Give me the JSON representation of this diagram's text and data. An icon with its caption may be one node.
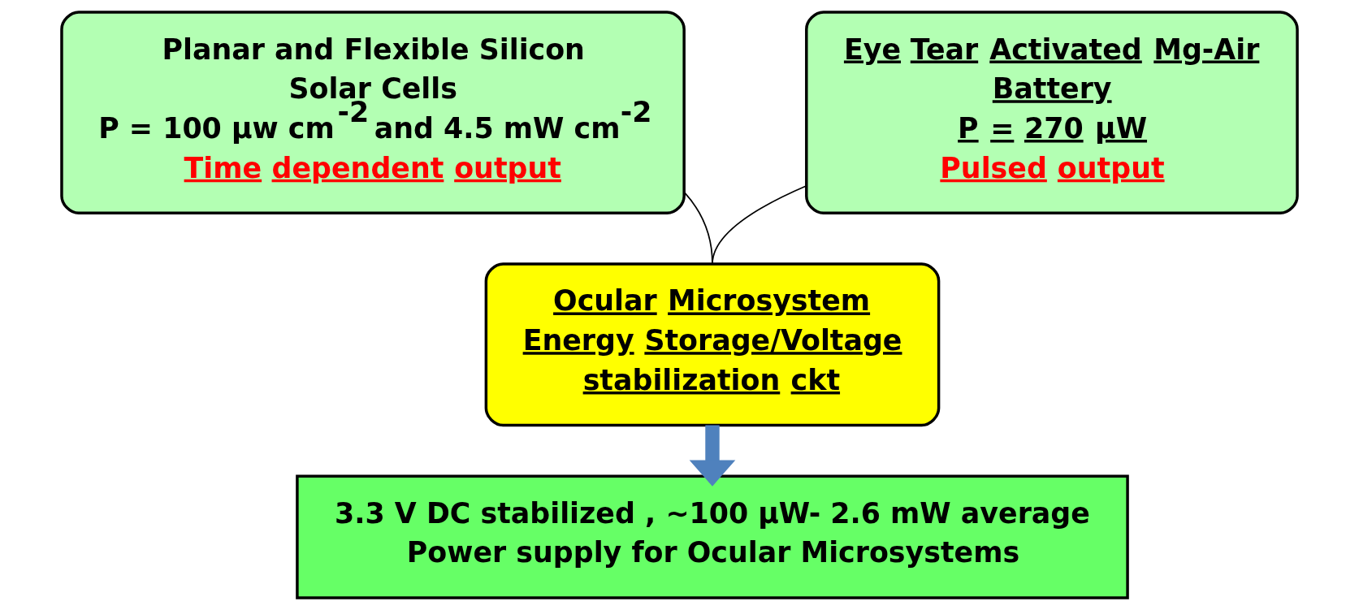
{
  "diagram": {
    "nodes": [
      {
        "text": [
          "Planar and Flexible Silicon Solar Cells",
          "P = 100 µw cm$^{-2}$ and 4.5 mW cm$^{-2}$",
          "Time dependent output"
        ]
      },
      {
        "text": [
          "Eye Tear Activated Mg-Air Battery",
          "P = 270 µW",
          "Pulsed output"
        ]
      },
      {
        "text": [
          "Ocular Microsystem Energy Storage/Voltage stabilization ckt"
        ]
      },
      {
        "text": [
          "3.3 V DC stabilized , ∼100 µW- 2.6 mW average Power supply for Ocular Microsystems"
        ]
      }
    ],
    "edges": [
      {
        "from": 0,
        "to": 2,
        "arrow": "none"
      },
      {
        "from": 1,
        "to": 2,
        "arrow": "none"
      },
      {
        "from": 2,
        "to": 3,
        "arrow": "to",
        "style": "thick",
        "color": "#4f81bd"
      }
    ]
  }
}
